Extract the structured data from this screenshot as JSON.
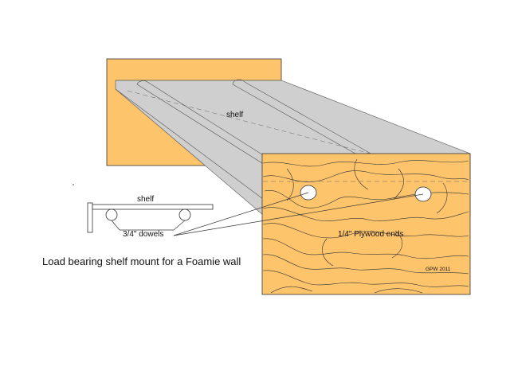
{
  "labels": {
    "shelf_top": "shelf",
    "plywood_ends": "1/4\" Plywood ends",
    "initials": "GPW 2011",
    "side_shelf": "shelf",
    "dowels": "3/4\" dowels",
    "caption": "Load bearing shelf mount for a Foamie wall"
  },
  "colors": {
    "wall": "#FDC46C",
    "plywood": "#FDC46C",
    "shelf": "#CFCFCF",
    "lines": "#333333"
  }
}
